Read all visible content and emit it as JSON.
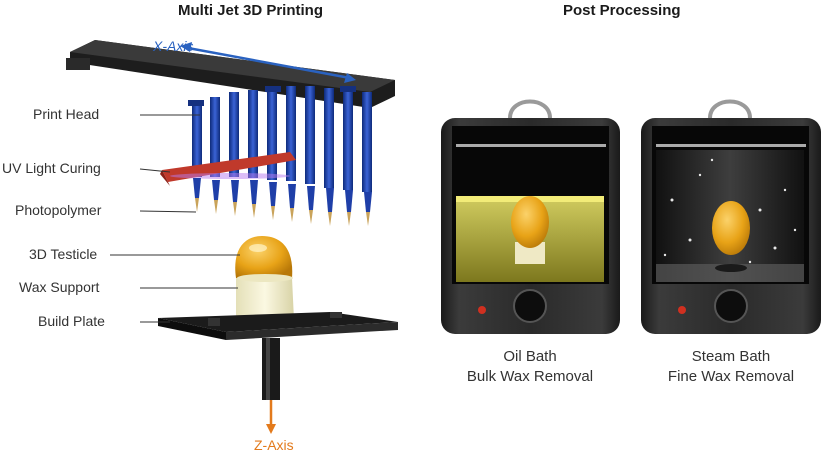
{
  "left_panel": {
    "title": "Multi Jet 3D Printing",
    "x_axis_label": "X-Axis",
    "z_axis_label": "Z-Axis",
    "labels": [
      "Print Head",
      "UV Light Curing",
      "Photopolymer",
      "3D Testicle",
      "Wax Support",
      "Build Plate"
    ]
  },
  "right_panel": {
    "title": "Post Processing",
    "baths": [
      {
        "name": "Oil Bath",
        "description": "Bulk Wax Removal"
      },
      {
        "name": "Steam Bath",
        "description": "Fine Wax Removal"
      }
    ]
  },
  "colors": {
    "x_axis": "#2a62c0",
    "z_axis": "#e37a1c",
    "print_head": "#1f3fa8",
    "uv_bar": "#c0392b",
    "testicle": "#e8a317",
    "wax_support": "#f3f0d0",
    "oil": "#c9c23a"
  }
}
